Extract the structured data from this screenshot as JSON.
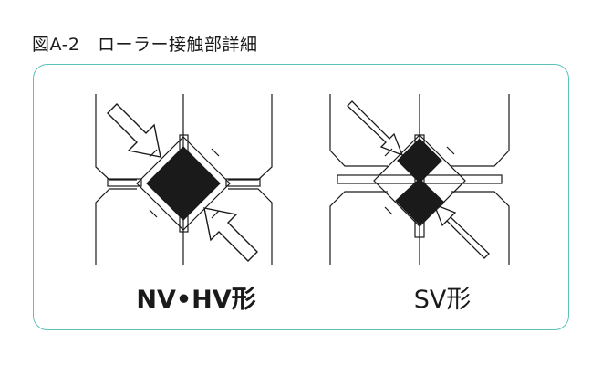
{
  "title": "図A-2　ローラー接触部詳細",
  "colors": {
    "frame": "#5cc2b9",
    "ink": "#1a1a1a"
  },
  "panels": [
    {
      "caption": "NV•HV形"
    },
    {
      "caption": "SV形"
    }
  ]
}
